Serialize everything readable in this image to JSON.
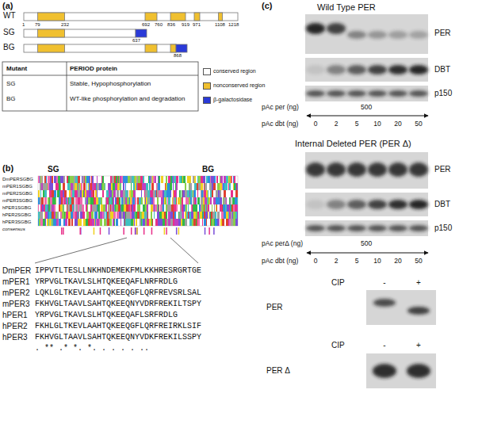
{
  "diagram": {
    "labels": [
      "(a)",
      "WT",
      "SG",
      "BG",
      "1",
      "79",
      "232",
      "692",
      "760",
      "836",
      "919",
      "971",
      "1108",
      "1218",
      "637",
      "868",
      "Mutant",
      "PERIOD protein",
      "SG",
      "Stable, Hypophosphorylation",
      "BG",
      "WT-like phosphorylation and degradation",
      "(b)",
      "SG",
      "BG",
      "DmPERSGBG",
      "mPER1SGBG",
      "mPER2SGBG",
      "mPER3SGBG",
      "hPER1SGBG",
      "hPER2SGBG",
      "hPER3SGBG",
      "consensus",
      "DmPER",
      "mPER1",
      "mPER2",
      "mPER3",
      "hPER1",
      "hPER2",
      "hPER3",
      "IPPVTLTESLLNKHNDEMEKFMLKKHRESRGRTGE",
      "YRPVGLTKAVLSLHTQKEEQAFLNRFRDLG",
      "LQKLGLTKEVLAAHTQKEEQGFLQRFREVSRLSAL",
      "FKHVGLTAAVLSAHTQKEEQNYVDRFREKILTSPY",
      "YRPVGLTKAVLSLHTQKEEQAFLSRFRDLG",
      "FKHLGLTKEVLAAHTQKEEQGFLQRFREIRKLSIF",
      "FKHVGLTAAVLSAHTQKEEQNYVDKFREKILSSPY",
      ". ** .* *. *. . . . . ..",
      "(c)",
      "Wild Type PER",
      "PER",
      "DBT",
      "p150",
      "pAc per (ng)",
      "500",
      "pAc dbt (ng)",
      "0",
      "2",
      "5",
      "10",
      "20",
      "50",
      "Internal Deleted PER (PER Δ)",
      "PER",
      "DBT",
      "p150",
      "pAc perΔ (ng)",
      "500",
      "pAc dbt (ng)",
      "0",
      "2",
      "5",
      "10",
      "20",
      "50",
      "CIP",
      "-",
      "+",
      "PER",
      "CIP",
      "-",
      "+",
      "PER Δ"
    ],
    "legend": [
      {
        "text": "conserved region",
        "color": "#ffffff"
      },
      {
        "text": "nonconserved region",
        "color": "#f0c030"
      },
      {
        "text": "β-galactosidase",
        "color": "#2a3ad8"
      }
    ]
  }
}
